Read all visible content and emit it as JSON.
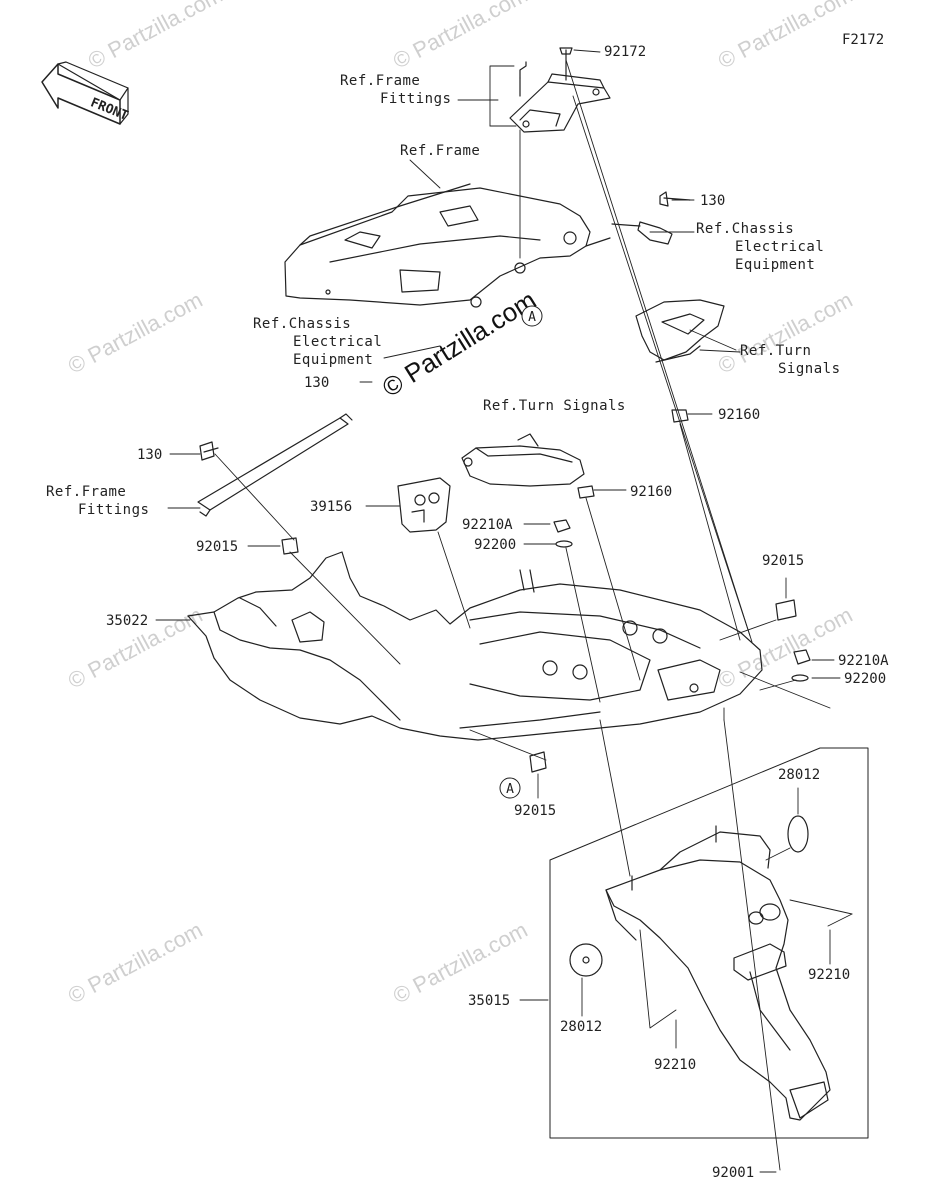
{
  "diagram_code": "F2172",
  "front_label": "FRONT",
  "watermark": "© Partzilla.com",
  "callout_a": "A",
  "parts": {
    "p92172": "92172",
    "p130_top": "130",
    "p92160_a": "92160",
    "p92160_b": "92160",
    "p130_mid": "130",
    "p130_left": "130",
    "p39156": "39156",
    "p92210a_a": "92210A",
    "p92200_a": "92200",
    "p92015_left": "92015",
    "p92015_right": "92015",
    "p35022": "35022",
    "p92210a_b": "92210A",
    "p92200_b": "92200",
    "p92015_bottom": "92015",
    "p28012_top": "28012",
    "p92210_right": "92210",
    "p35015": "35015",
    "p28012_bottom": "28012",
    "p92210_bottom": "92210",
    "p92001": "92001"
  },
  "refs": {
    "frame_fittings_top": [
      "Ref.Frame",
      "Fittings"
    ],
    "frame": "Ref.Frame",
    "chassis_right": [
      "Ref.Chassis",
      "Electrical",
      "Equipment"
    ],
    "chassis_left": [
      "Ref.Chassis",
      "Electrical",
      "Equipment"
    ],
    "turn_signals_right": [
      "Ref.Turn",
      "Signals"
    ],
    "turn_signals_mid": "Ref.Turn Signals",
    "frame_fittings_left": [
      "Ref.Frame",
      "Fittings"
    ]
  }
}
